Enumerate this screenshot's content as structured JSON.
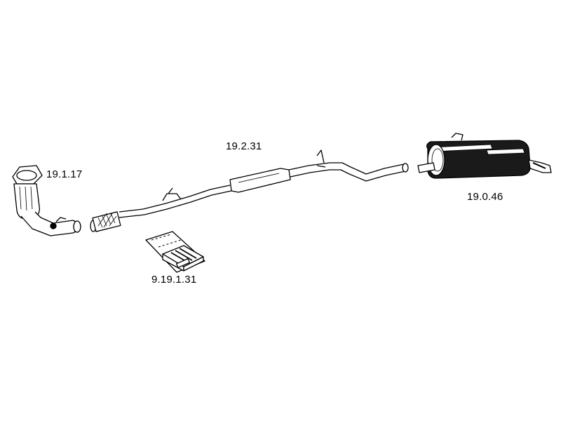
{
  "parts": {
    "catalytic_converter": {
      "number": "19.1.17"
    },
    "middle_pipe": {
      "number": "19.2.31"
    },
    "rear_silencer": {
      "number": "19.0.46"
    },
    "mounting_kit": {
      "number": "9.19.1.31"
    }
  },
  "colors": {
    "line": "#000000",
    "fill_dark": "#1a1a1a",
    "fill_light": "#ffffff",
    "hatch": "#444444"
  }
}
